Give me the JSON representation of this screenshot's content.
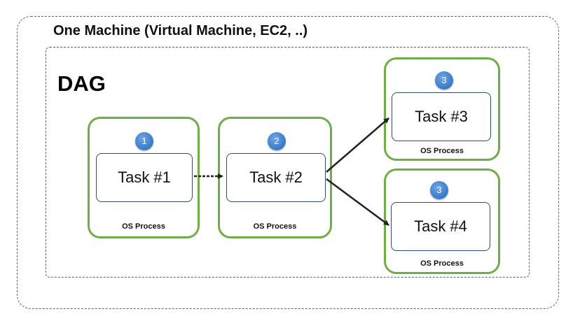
{
  "machine": {
    "title": "One Machine (Virtual Machine, EC2, ..)"
  },
  "dag": {
    "title": "DAG"
  },
  "processes": [
    {
      "badge": "1",
      "task": "Task #1",
      "label": "OS Process"
    },
    {
      "badge": "2",
      "task": "Task #2",
      "label": "OS Process"
    },
    {
      "badge": "3",
      "task": "Task #3",
      "label": "OS Process"
    },
    {
      "badge": "3",
      "task": "Task #4",
      "label": "OS Process"
    }
  ],
  "colors": {
    "process_border": "#70ad47",
    "badge": "#3f7fcc",
    "task_border": "#2f4b6f",
    "dashed_border": "#4a6585"
  }
}
